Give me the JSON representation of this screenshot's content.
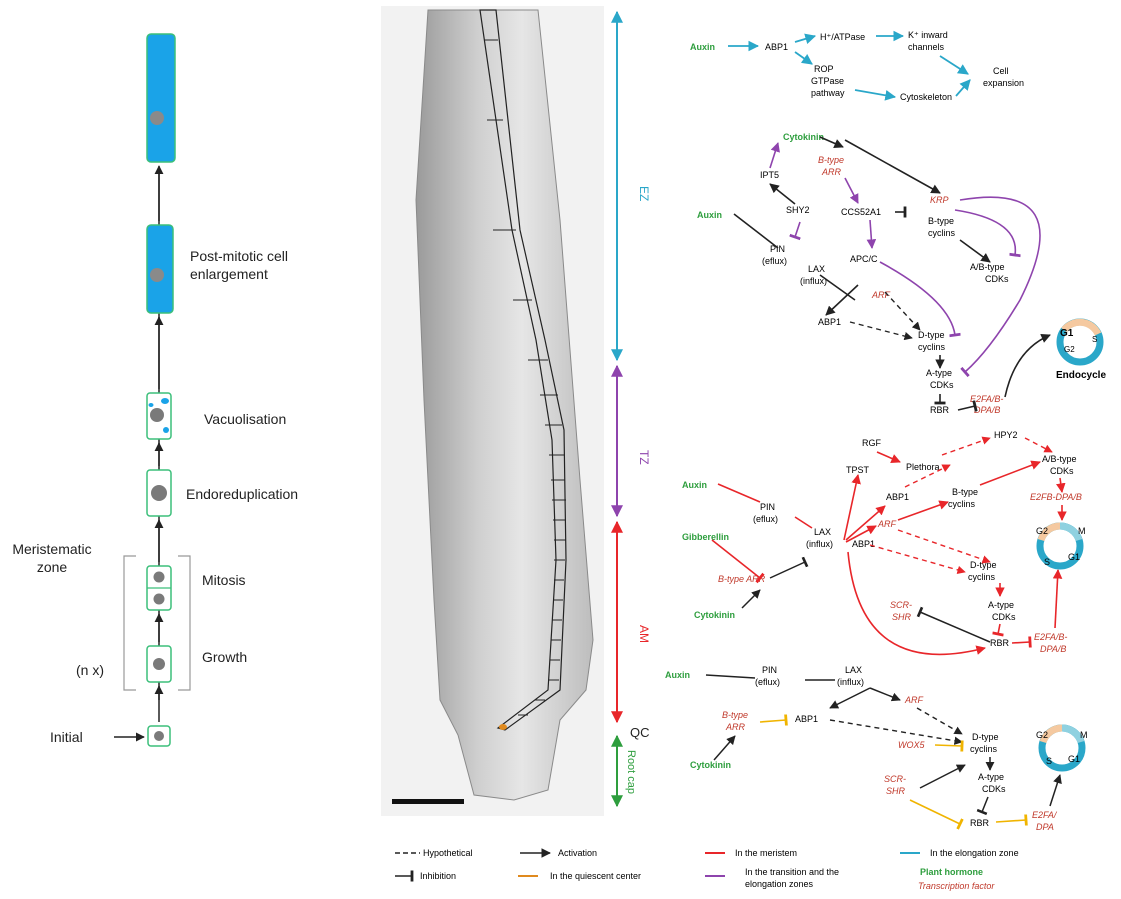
{
  "stages": {
    "post_mitotic": "Post-mitotic cell enlargement",
    "vacuolisation": "Vacuolisation",
    "endoreduplication": "Endoreduplication",
    "mitosis": "Mitosis",
    "growth": "Growth",
    "initial": "Initial",
    "meristematic_zone": "Meristematic zone",
    "repeat": "(n x)"
  },
  "zones": {
    "ez": "EZ",
    "tz": "TZ",
    "am": "AM",
    "qc": "QC",
    "root_cap": "Root cap"
  },
  "ez_pathway": {
    "auxin": "Auxin",
    "abp1": "ABP1",
    "atpase": "H⁺/ATPase",
    "k_channels_1": "K⁺ inward",
    "k_channels_2": "channels",
    "rop_1": "ROP",
    "rop_2": "GTPase",
    "rop_3": "pathway",
    "cytoskeleton": "Cytoskeleton",
    "cell_exp_1": "Cell",
    "cell_exp_2": "expansion"
  },
  "tz_pathway": {
    "cytokinin": "Cytokinin",
    "btype_arr_1": "B-type",
    "btype_arr_2": "ARR",
    "ipt5": "IPT5",
    "krp": "KRP",
    "auxin": "Auxin",
    "shy2": "SHY2",
    "ccs52a1": "CCS52A1",
    "btype_cyc_1": "B-type",
    "btype_cyc_2": "cyclins",
    "pin_1": "PIN",
    "pin_2": "(eflux)",
    "apcc": "APC/C",
    "ab_cdks_1": "A/B-type",
    "ab_cdks_2": "CDKs",
    "lax_1": "LAX",
    "lax_2": "(influx)",
    "arf": "ARF",
    "abp1": "ABP1",
    "d_cyc_1": "D-type",
    "d_cyc_2": "cyclins",
    "a_cdks_1": "A-type",
    "a_cdks_2": "CDKs",
    "rbr": "RBR",
    "e2fa_1": "E2FA/B-",
    "e2fa_2": "DPA/B",
    "g1": "G1",
    "s": "S",
    "g2": "G2",
    "endocycle": "Endocycle"
  },
  "am_pathway": {
    "rgf": "RGF",
    "hpy2": "HPY2",
    "tpst": "TPST",
    "plethora": "Plethora",
    "ab_cdks_1": "A/B-type",
    "ab_cdks_2": "CDKs",
    "auxin": "Auxin",
    "pin_1": "PIN",
    "pin_2": "(eflux)",
    "abp1_a": "ABP1",
    "btype_cyc_1": "B-type",
    "btype_cyc_2": "cyclins",
    "e2fb": "E2FB-DPA/B",
    "gibberellin": "Gibberellin",
    "lax_1": "LAX",
    "lax_2": "(influx)",
    "arf": "ARF",
    "abp1_b": "ABP1",
    "btype_arr": "B-type ARR",
    "d_cyc_1": "D-type",
    "d_cyc_2": "cyclins",
    "cytokinin": "Cytokinin",
    "scr_1": "SCR-",
    "scr_2": "SHR",
    "a_cdks_1": "A-type",
    "a_cdks_2": "CDKs",
    "rbr": "RBR",
    "e2fa_1": "E2FA/B-",
    "e2fa_2": "DPA/B",
    "g2": "G2",
    "m": "M",
    "s": "S",
    "g1": "G1"
  },
  "qc_pathway": {
    "auxin": "Auxin",
    "pin_1": "PIN",
    "pin_2": "(eflux)",
    "lax_1": "LAX",
    "lax_2": "(influx)",
    "arf": "ARF",
    "btype_arr_1": "B-type",
    "btype_arr_2": "ARR",
    "abp1": "ABP1",
    "d_cyc_1": "D-type",
    "d_cyc_2": "cyclins",
    "wox5": "WOX5",
    "cytokinin": "Cytokinin",
    "scr_1": "SCR-",
    "scr_2": "SHR",
    "a_cdks_1": "A-type",
    "a_cdks_2": "CDKs",
    "rbr": "RBR",
    "e2fa_1": "E2FA/",
    "e2fa_2": "DPA",
    "g2": "G2",
    "m": "M",
    "s": "S",
    "g1": "G1"
  },
  "legend": {
    "hypothetical": "Hypothetical",
    "activation": "Activation",
    "meristem": "In the meristem",
    "elongation": "In the elongation  zone",
    "inhibition": "Inhibition",
    "quiescent": "In the quiescent center",
    "transition_1": "In the transition and the",
    "transition_2": "elongation zones",
    "hormone": "Plant hormone",
    "tf": "Transcription factor"
  },
  "colors": {
    "hormone": "#2e9e3e",
    "tf": "#c0392b",
    "ez": "#2aa7c9",
    "tz": "#8e44ad",
    "am": "#e8262a",
    "qc": "#f0b400",
    "cell_fill": "#1aa3e8",
    "cell_border": "#3bbf7a",
    "g1": "#2aa7c9",
    "g2": "#f5c9a0",
    "endocycle_light": "#bfe3f2"
  }
}
